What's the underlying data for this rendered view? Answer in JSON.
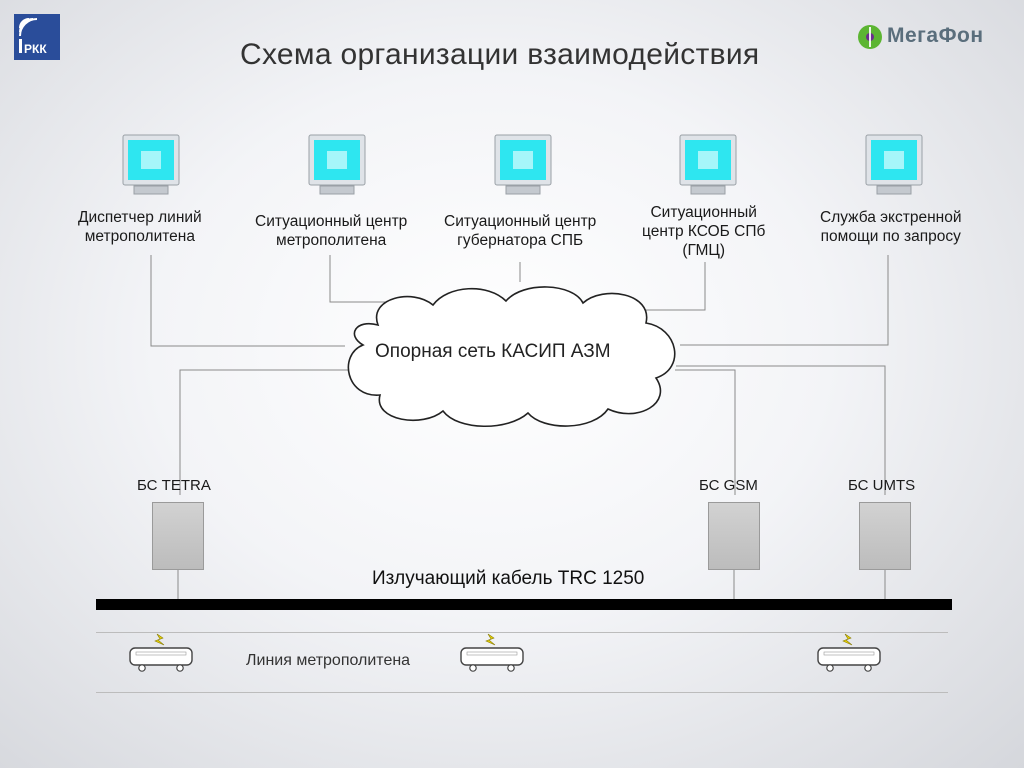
{
  "slide": {
    "title": "Схема организации взаимодействия",
    "brand_left": "РКК",
    "brand_right": "МегаФон"
  },
  "nodes": [
    {
      "label_lines": [
        "Диспетчер линий",
        "метрополитена"
      ]
    },
    {
      "label_lines": [
        "Ситуационный центр",
        "метрополитена"
      ]
    },
    {
      "label_lines": [
        "Ситуационный центр",
        "губернатора СПБ"
      ]
    },
    {
      "label_lines": [
        "Ситуационный",
        "центр КСОБ СПб",
        "(ГМЦ)"
      ]
    },
    {
      "label_lines": [
        "Служба экстренной",
        "помощи по запросу"
      ]
    }
  ],
  "network": {
    "label": "Опорная сеть КАСИП АЗМ"
  },
  "base_stations": [
    {
      "label": "БС TETRA"
    },
    {
      "label": "БС GSM"
    },
    {
      "label": "БС UMTS"
    }
  ],
  "cable": {
    "label": "Излучающий кабель TRC 1250"
  },
  "metro": {
    "label": "Линия метрополитена"
  },
  "colors": {
    "screen": "#2ee6f0",
    "monitor_frame": "#d9dde2",
    "wire": "#8a8a8a",
    "cable": "#000000",
    "bs_box": "#c8c8c8",
    "megafon_green": "#5cb532",
    "megafon_purple": "#6a2e8c"
  },
  "icons": {
    "workstation": "monitor-icon",
    "base_station": "base-station-box",
    "train": "train-icon",
    "signal": "lightning-icon"
  }
}
